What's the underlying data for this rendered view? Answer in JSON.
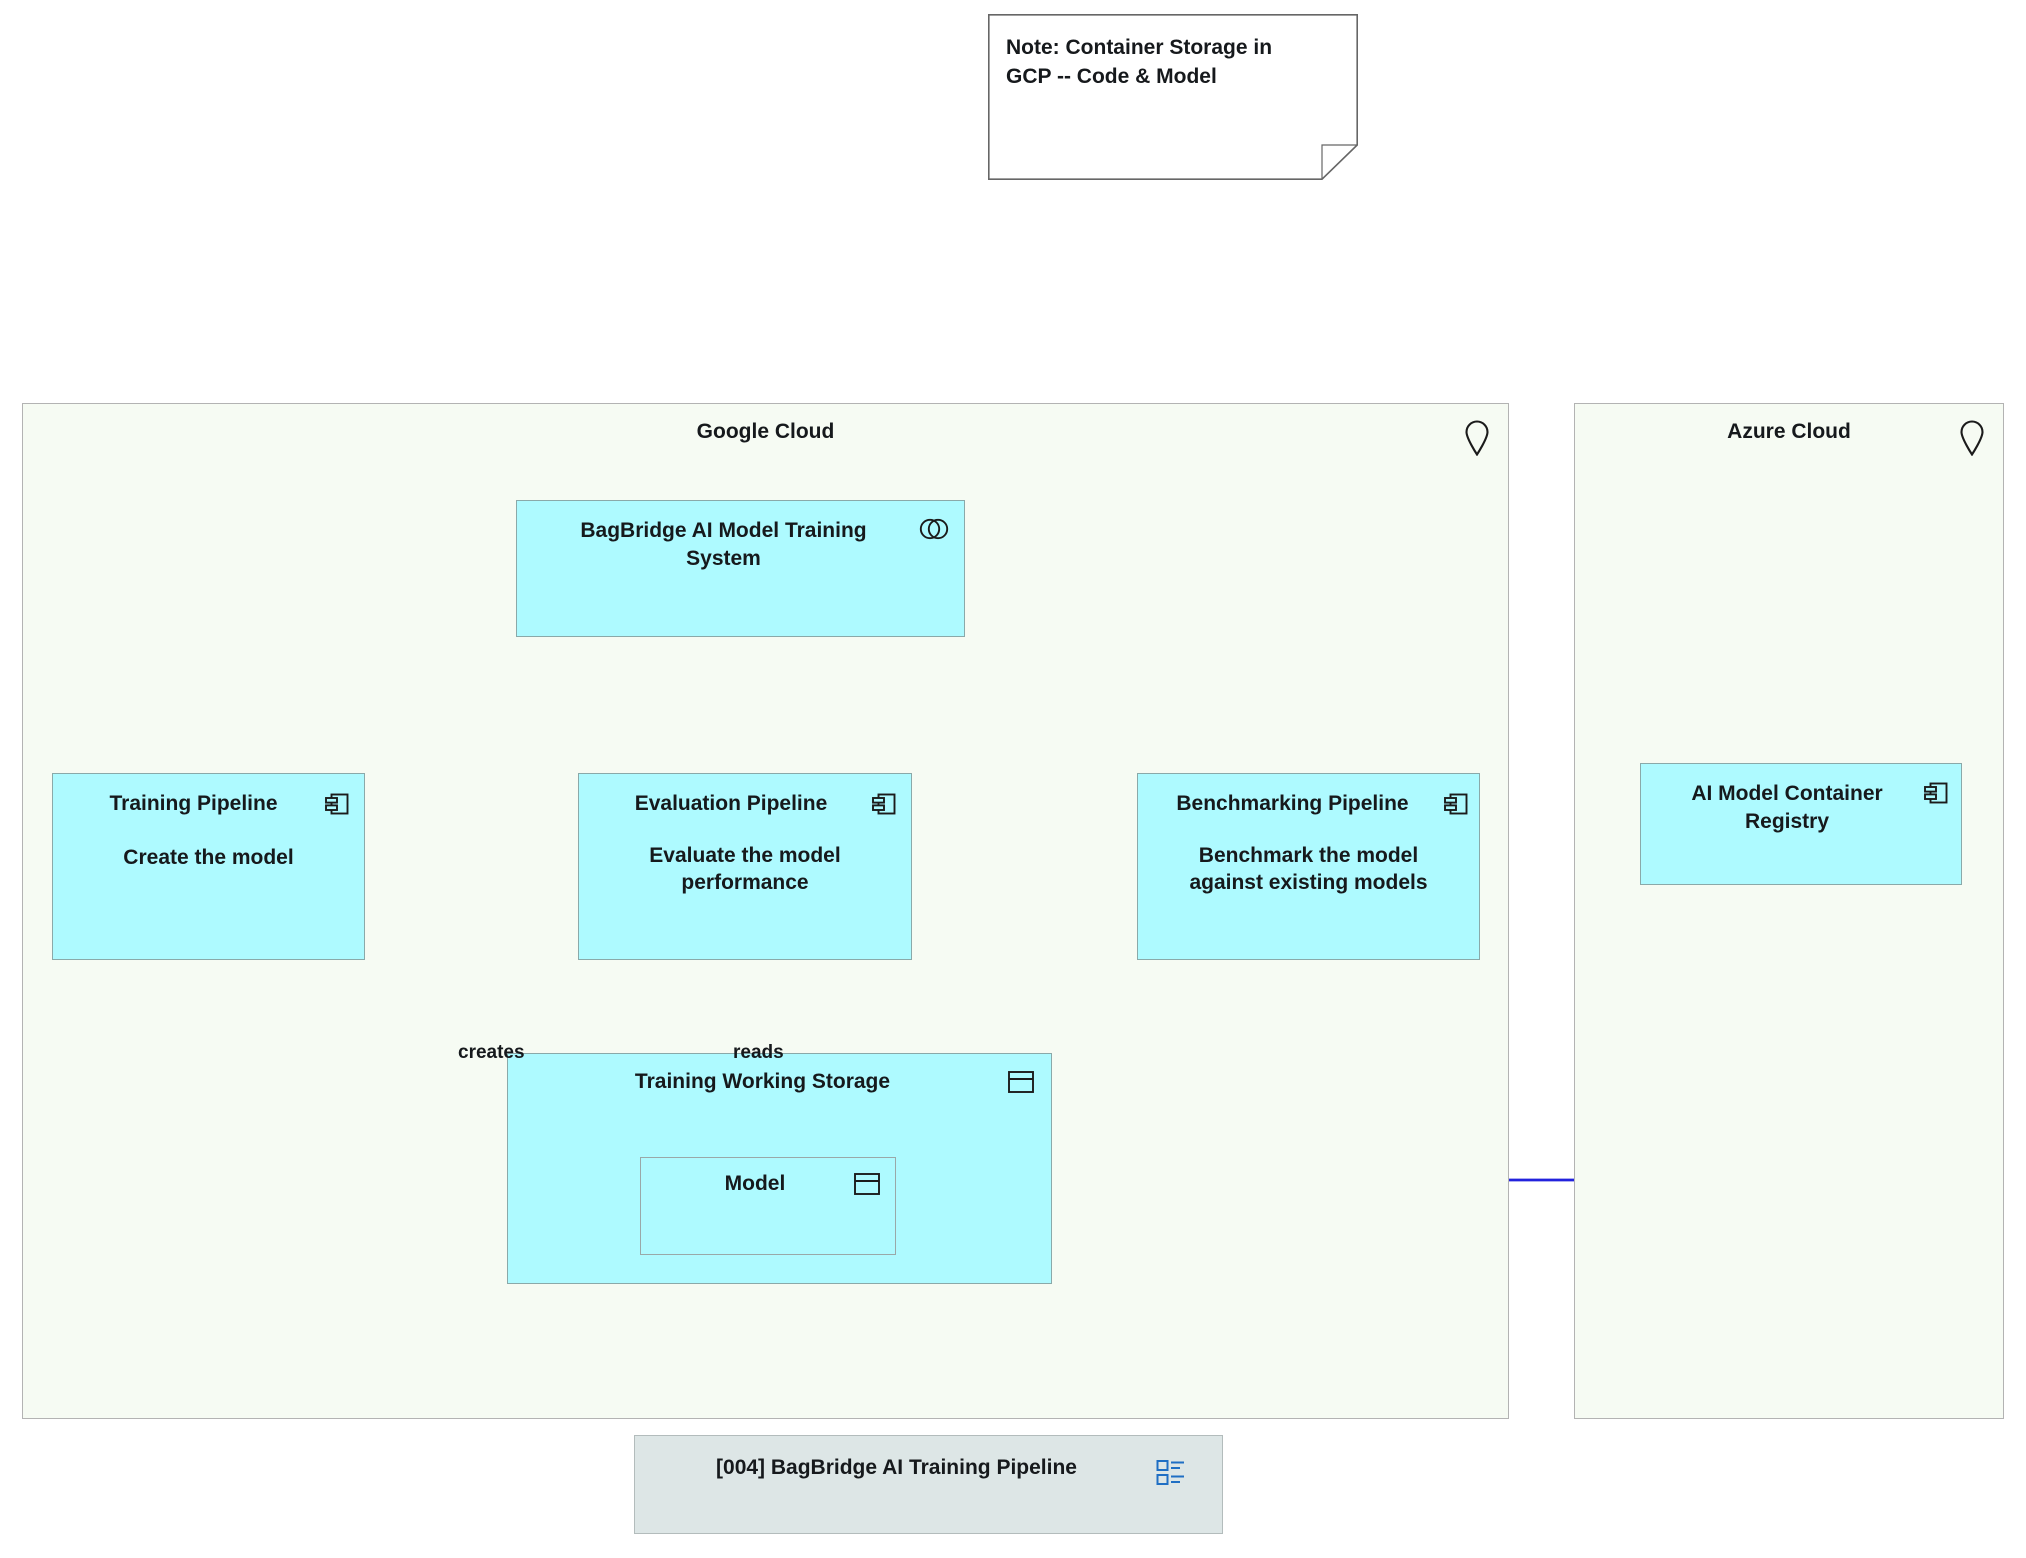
{
  "diagram": {
    "caption": "[004] BagBridge AI Training Pipeline",
    "caption_icon": "diagram-list-icon",
    "accent_line_color": "#2222dd",
    "node_fill_color": "#aefaff",
    "node_border_color": "#8aa9a9",
    "boundary_fill_color": "#f6fbf3",
    "boundary_border_color": "#b3b3b3",
    "caption_fill_color": "#dde6e6"
  },
  "note": {
    "text": "Note: Container Storage in\nGCP -- Code & Model"
  },
  "boundaries": [
    {
      "id": "google-cloud",
      "label": "Google Cloud",
      "icon": "location-pin-icon"
    },
    {
      "id": "azure-cloud",
      "label": "Azure Cloud",
      "icon": "location-pin-icon"
    }
  ],
  "nodes": {
    "system": {
      "title": "BagBridge AI Model Training System",
      "icon": "system-boundary-icon"
    },
    "training_pipeline": {
      "title": "Training Pipeline",
      "desc": "Create the model",
      "icon": "component-icon"
    },
    "evaluation_pipeline": {
      "title": "Evaluation Pipeline",
      "desc": "Evaluate the model performance",
      "icon": "component-icon"
    },
    "benchmarking_pipeline": {
      "title": "Benchmarking Pipeline",
      "desc": "Benchmark the model against existing models",
      "icon": "component-icon"
    },
    "training_working_storage": {
      "title": "Training Working Storage",
      "icon": "node-storage-icon"
    },
    "model": {
      "title": "Model",
      "icon": "node-storage-icon"
    },
    "container_registry": {
      "title": "AI Model Container Registry",
      "icon": "component-icon"
    }
  },
  "edges": {
    "creates_label": "creates",
    "reads_label": "reads"
  }
}
